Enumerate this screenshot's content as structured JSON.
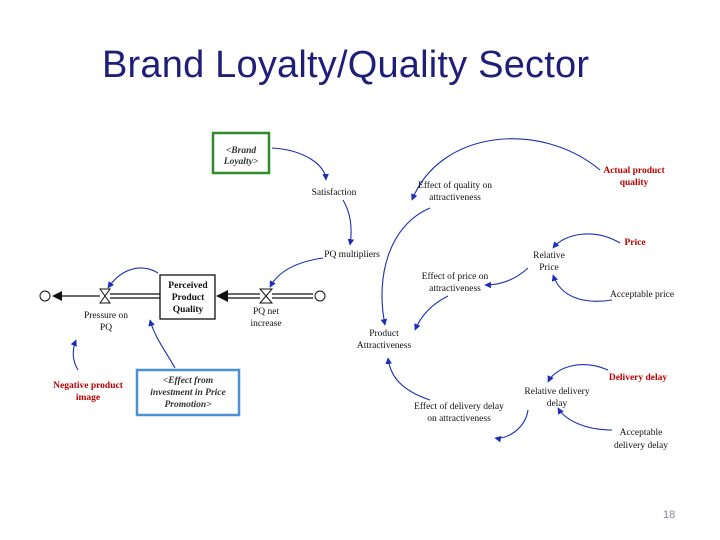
{
  "title": "Brand Loyalty/Quality Sector",
  "page_number": "18",
  "nodes": {
    "brand_loyalty": [
      "<Brand",
      "Loyalty>"
    ],
    "satisfaction": [
      "Satisfaction"
    ],
    "effect_quality": [
      "Effect of quality on",
      "attractiveness"
    ],
    "actual_quality": [
      "Actual product",
      "quality"
    ],
    "price": [
      "Price"
    ],
    "relative_price": [
      "Relative",
      "Price"
    ],
    "pq_multipliers": [
      "PQ multipliers"
    ],
    "effect_price": [
      "Effect of price on",
      "attractiveness"
    ],
    "acceptable_price": [
      "Acceptable price"
    ],
    "perceived_quality": [
      "Perceived",
      "Product",
      "Quality"
    ],
    "pressure_pq": [
      "Pressure on",
      "PQ"
    ],
    "pq_net_increase": [
      "PQ net",
      "increase"
    ],
    "product_attractiveness": [
      "Product",
      "Attractiveness"
    ],
    "negative_image": [
      "Negative product",
      "image"
    ],
    "effect_investment": [
      "<Effect from",
      "investment in Price",
      "Promotion>"
    ],
    "delivery_delay": [
      "Delivery delay"
    ],
    "relative_delivery": [
      "Relative delivery",
      "delay"
    ],
    "effect_delivery": [
      "Effect of delivery delay",
      "on attractiveness"
    ],
    "acceptable_delivery": [
      "Acceptable",
      "delivery delay"
    ]
  },
  "colors": {
    "title": "#1f1f7a",
    "link": "#1a2fb8",
    "red_label": "#c00000",
    "green_box": "#2e8b2e",
    "blue_box": "#4a90d9"
  }
}
